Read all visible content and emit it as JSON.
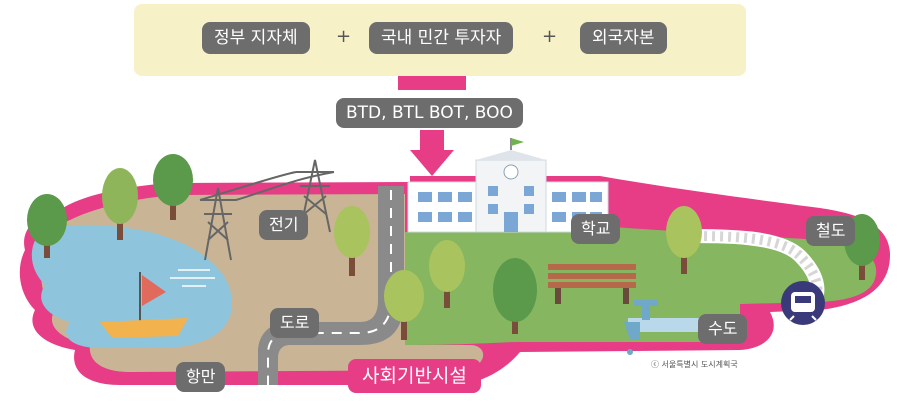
{
  "funding": {
    "sources": [
      "정부 지자체",
      "국내 민간 투자자",
      "외국자본"
    ],
    "plus": "+"
  },
  "method_label": "BTD,  BTL  BOT, BOO",
  "places": {
    "electricity": "전기",
    "road": "도로",
    "harbor": "항만",
    "school": "학교",
    "railway": "철도",
    "water": "수도"
  },
  "main_title": "사회기반시설",
  "credit": "ⓒ 서울특별시 도시계획국",
  "colors": {
    "pink": "#e63d86",
    "label_gray": "#6d6d6d",
    "top_box": "#f6f1c6",
    "water": "#8ec5dc",
    "sand": "#c9b595",
    "grass": "#86b760"
  }
}
